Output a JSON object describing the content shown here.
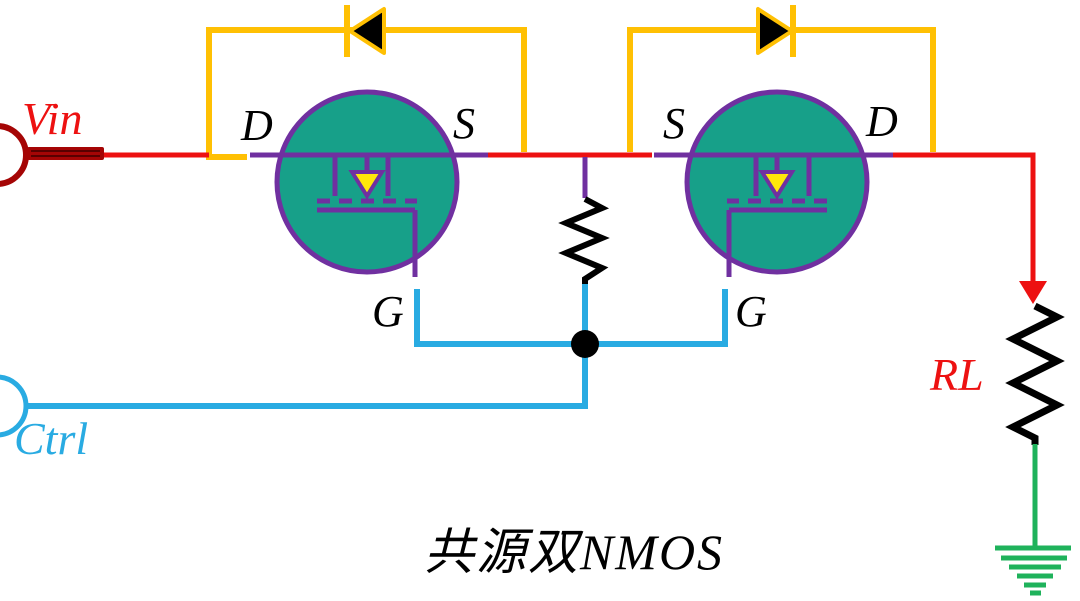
{
  "diagram": {
    "title": "共源双NMOS",
    "ports": {
      "vin_label": "Vin",
      "ctrl_label": "Ctrl"
    },
    "transistor_q1": {
      "left_terminal": "D",
      "right_terminal": "S",
      "gate_terminal": "G"
    },
    "transistor_q2": {
      "left_terminal": "S",
      "right_terminal": "D",
      "gate_terminal": "G"
    },
    "load_resistor_label": "RL",
    "colors": {
      "signal_red": "#ED1111",
      "connector_dark_red": "#A50505",
      "connector_stripe": "#5A0000",
      "diode_orange": "#FFC003",
      "mosfet_purple": "#7030A0",
      "mosfet_teal": "#17A089",
      "substrate_yellow": "#FFE70A",
      "control_cyan": "#29ABE2",
      "ground_green": "#1FB25B",
      "component_black": "#000000"
    }
  }
}
